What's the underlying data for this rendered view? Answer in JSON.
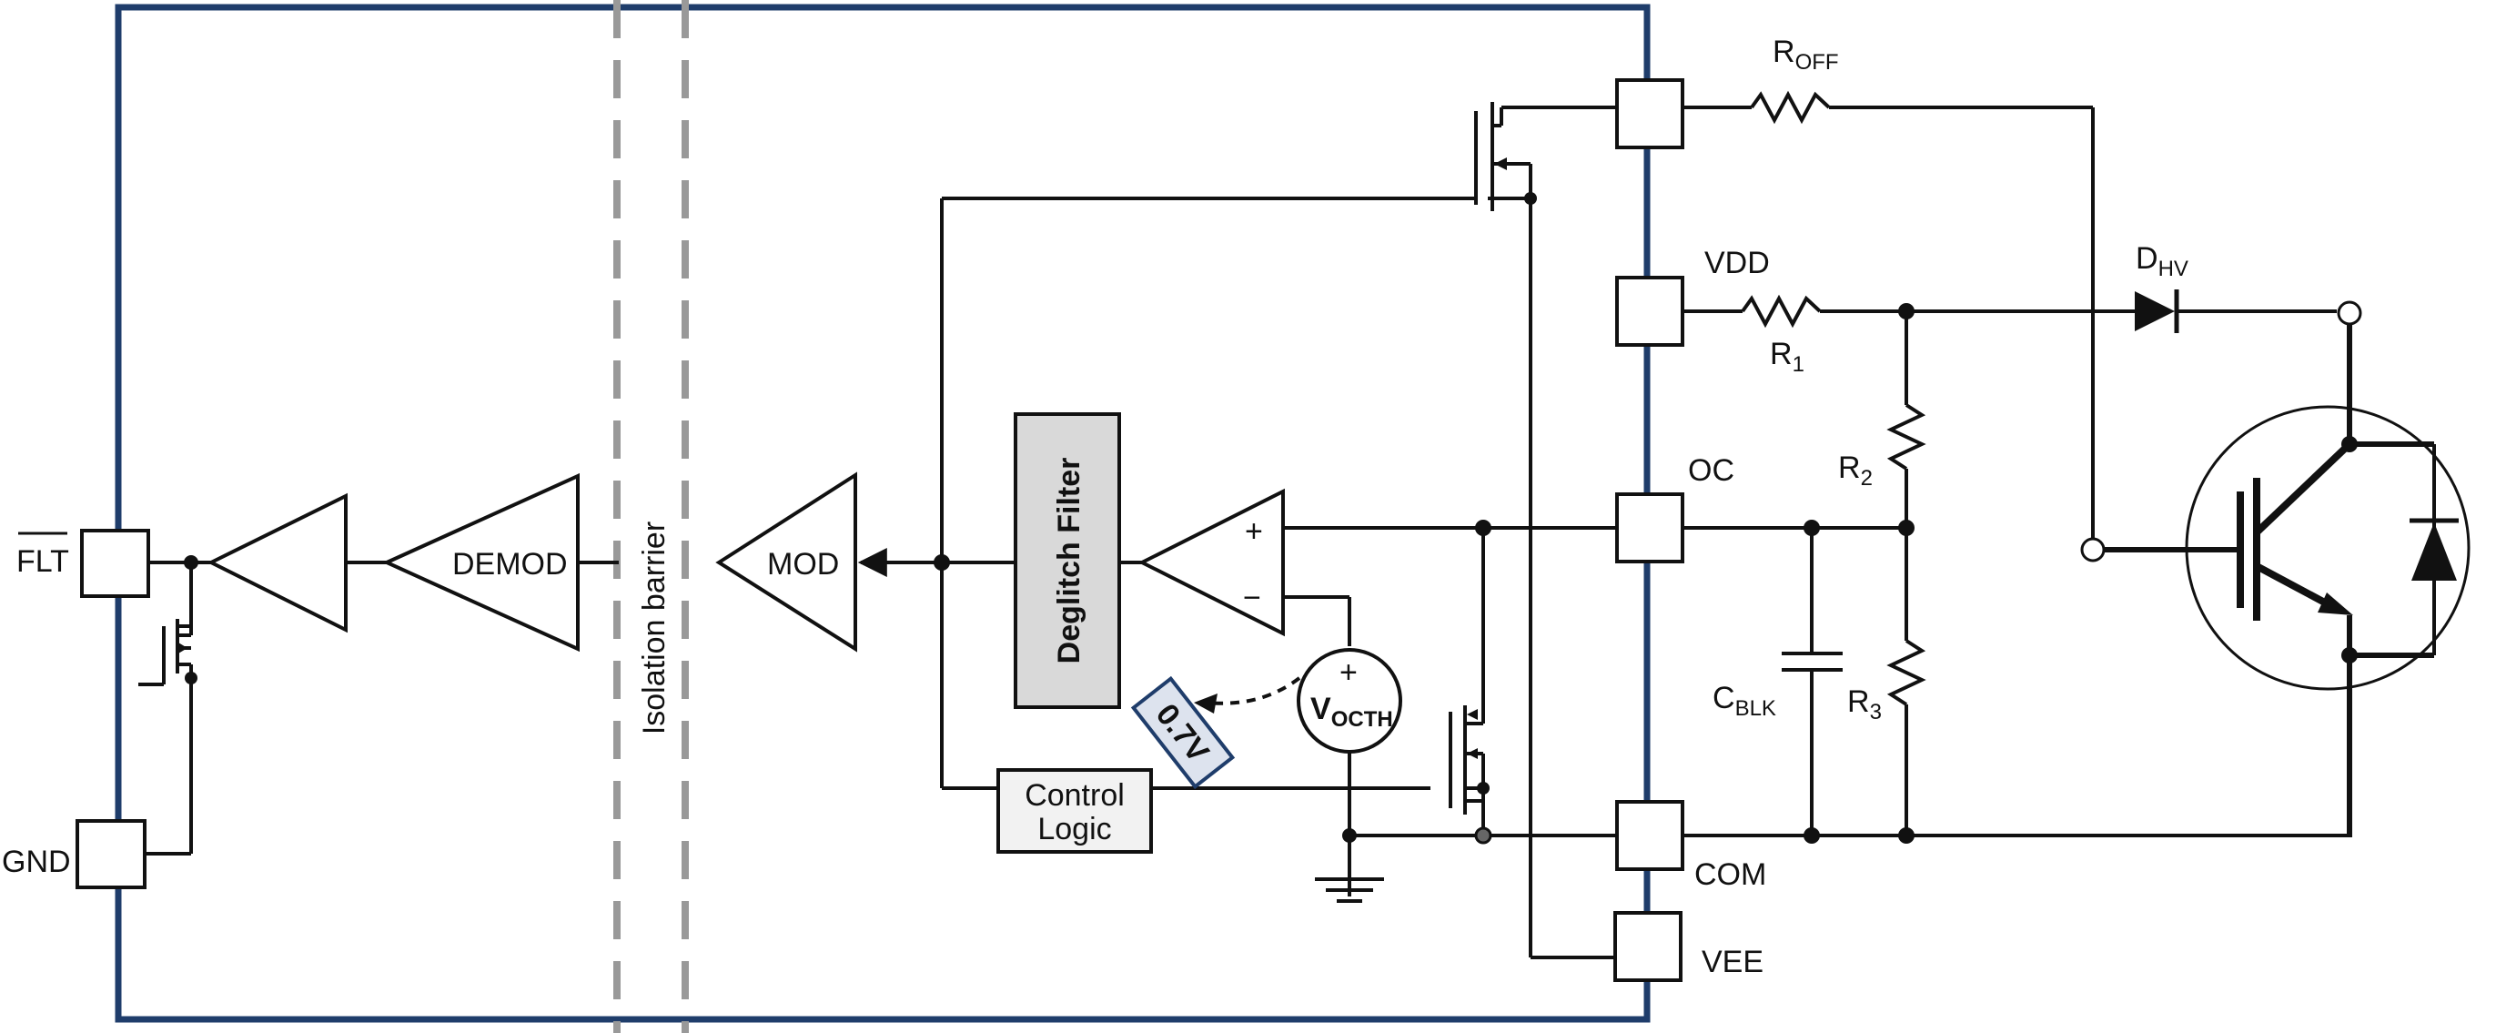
{
  "labels": {
    "flt": "FLT",
    "gnd": "GND",
    "demod": "DEMOD",
    "isolation_barrier": "Isolation barrier",
    "mod": "MOD",
    "deglitch_filter": "Deglitch Filter",
    "control_logic_line1": "Control",
    "control_logic_line2": "Logic",
    "comparator_plus": "+",
    "comparator_minus": "−",
    "voltage_source_plus": "+",
    "vocth_main": "V",
    "vocth_sub": "OCTH",
    "threshold_value": "0.7V",
    "roff_main": "R",
    "roff_sub": "OFF",
    "vdd": "VDD",
    "r1_main": "R",
    "r1_sub": "1",
    "oc": "OC",
    "r2_main": "R",
    "r2_sub": "2",
    "cblk_main": "C",
    "cblk_sub": "BLK",
    "r3_main": "R",
    "r3_sub": "3",
    "com": "COM",
    "vee": "VEE",
    "dhv_main": "D",
    "dhv_sub": "HV"
  },
  "colors": {
    "chip_border": "#1f3d6b",
    "isolation_barrier": "#999999",
    "wire": "#111111",
    "deglitch_fill": "#d9d9d9",
    "control_fill": "#f2f2f2",
    "threshold_fill": "#dde3ee",
    "threshold_border": "#1f3d6b"
  }
}
